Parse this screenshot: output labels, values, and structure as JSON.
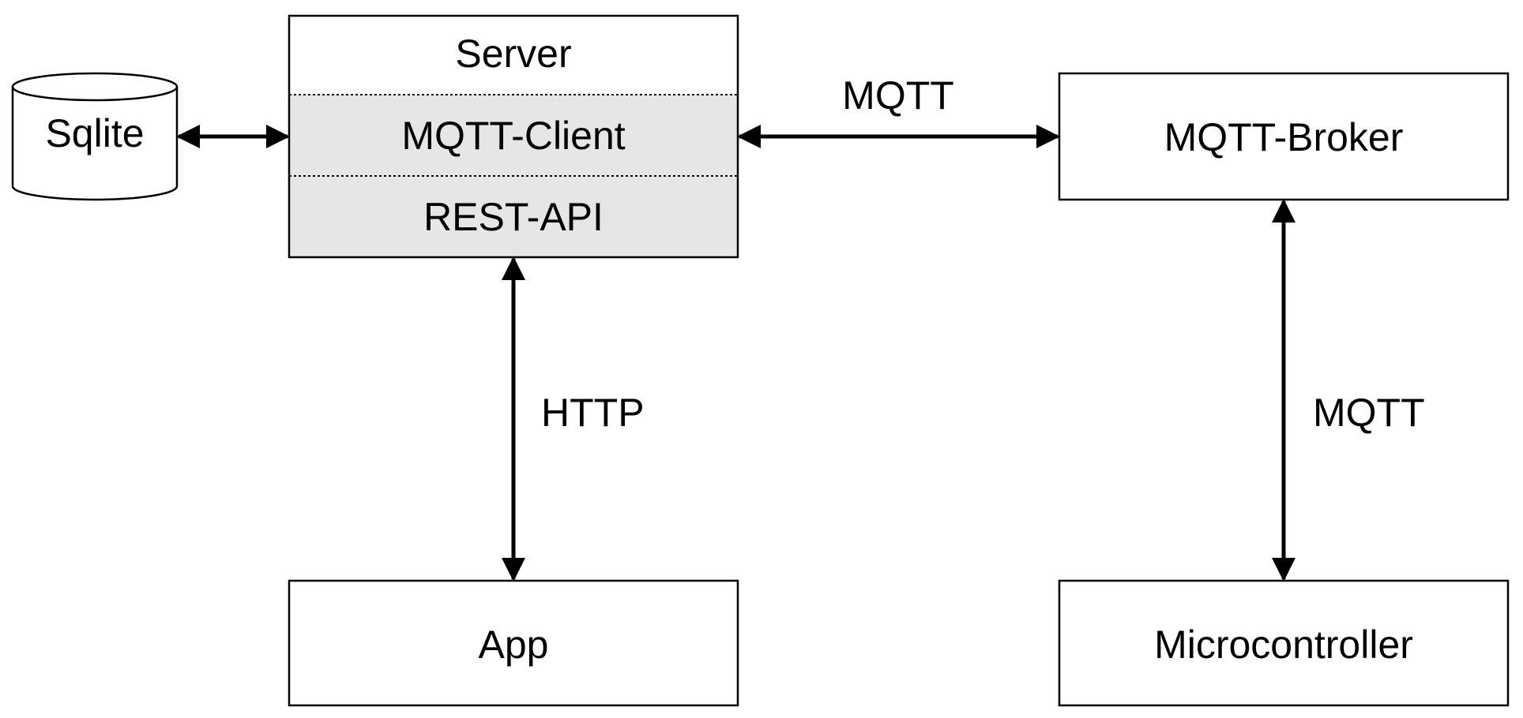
{
  "nodes": {
    "database": {
      "label": "Sqlite"
    },
    "server": {
      "title": "Server",
      "layers": [
        "MQTT-Client",
        "REST-API"
      ]
    },
    "broker": {
      "label": "MQTT-Broker"
    },
    "app": {
      "label": "App"
    },
    "microcontroller": {
      "label": "Microcontroller"
    }
  },
  "edges": {
    "db_server": {
      "label": ""
    },
    "server_broker": {
      "label": "MQTT"
    },
    "server_app": {
      "label": "HTTP"
    },
    "broker_microcontroller": {
      "label": "MQTT"
    }
  },
  "colors": {
    "stroke": "#000000",
    "server_layer_fill": "#e7e6e6",
    "node_fill": "#ffffff"
  }
}
